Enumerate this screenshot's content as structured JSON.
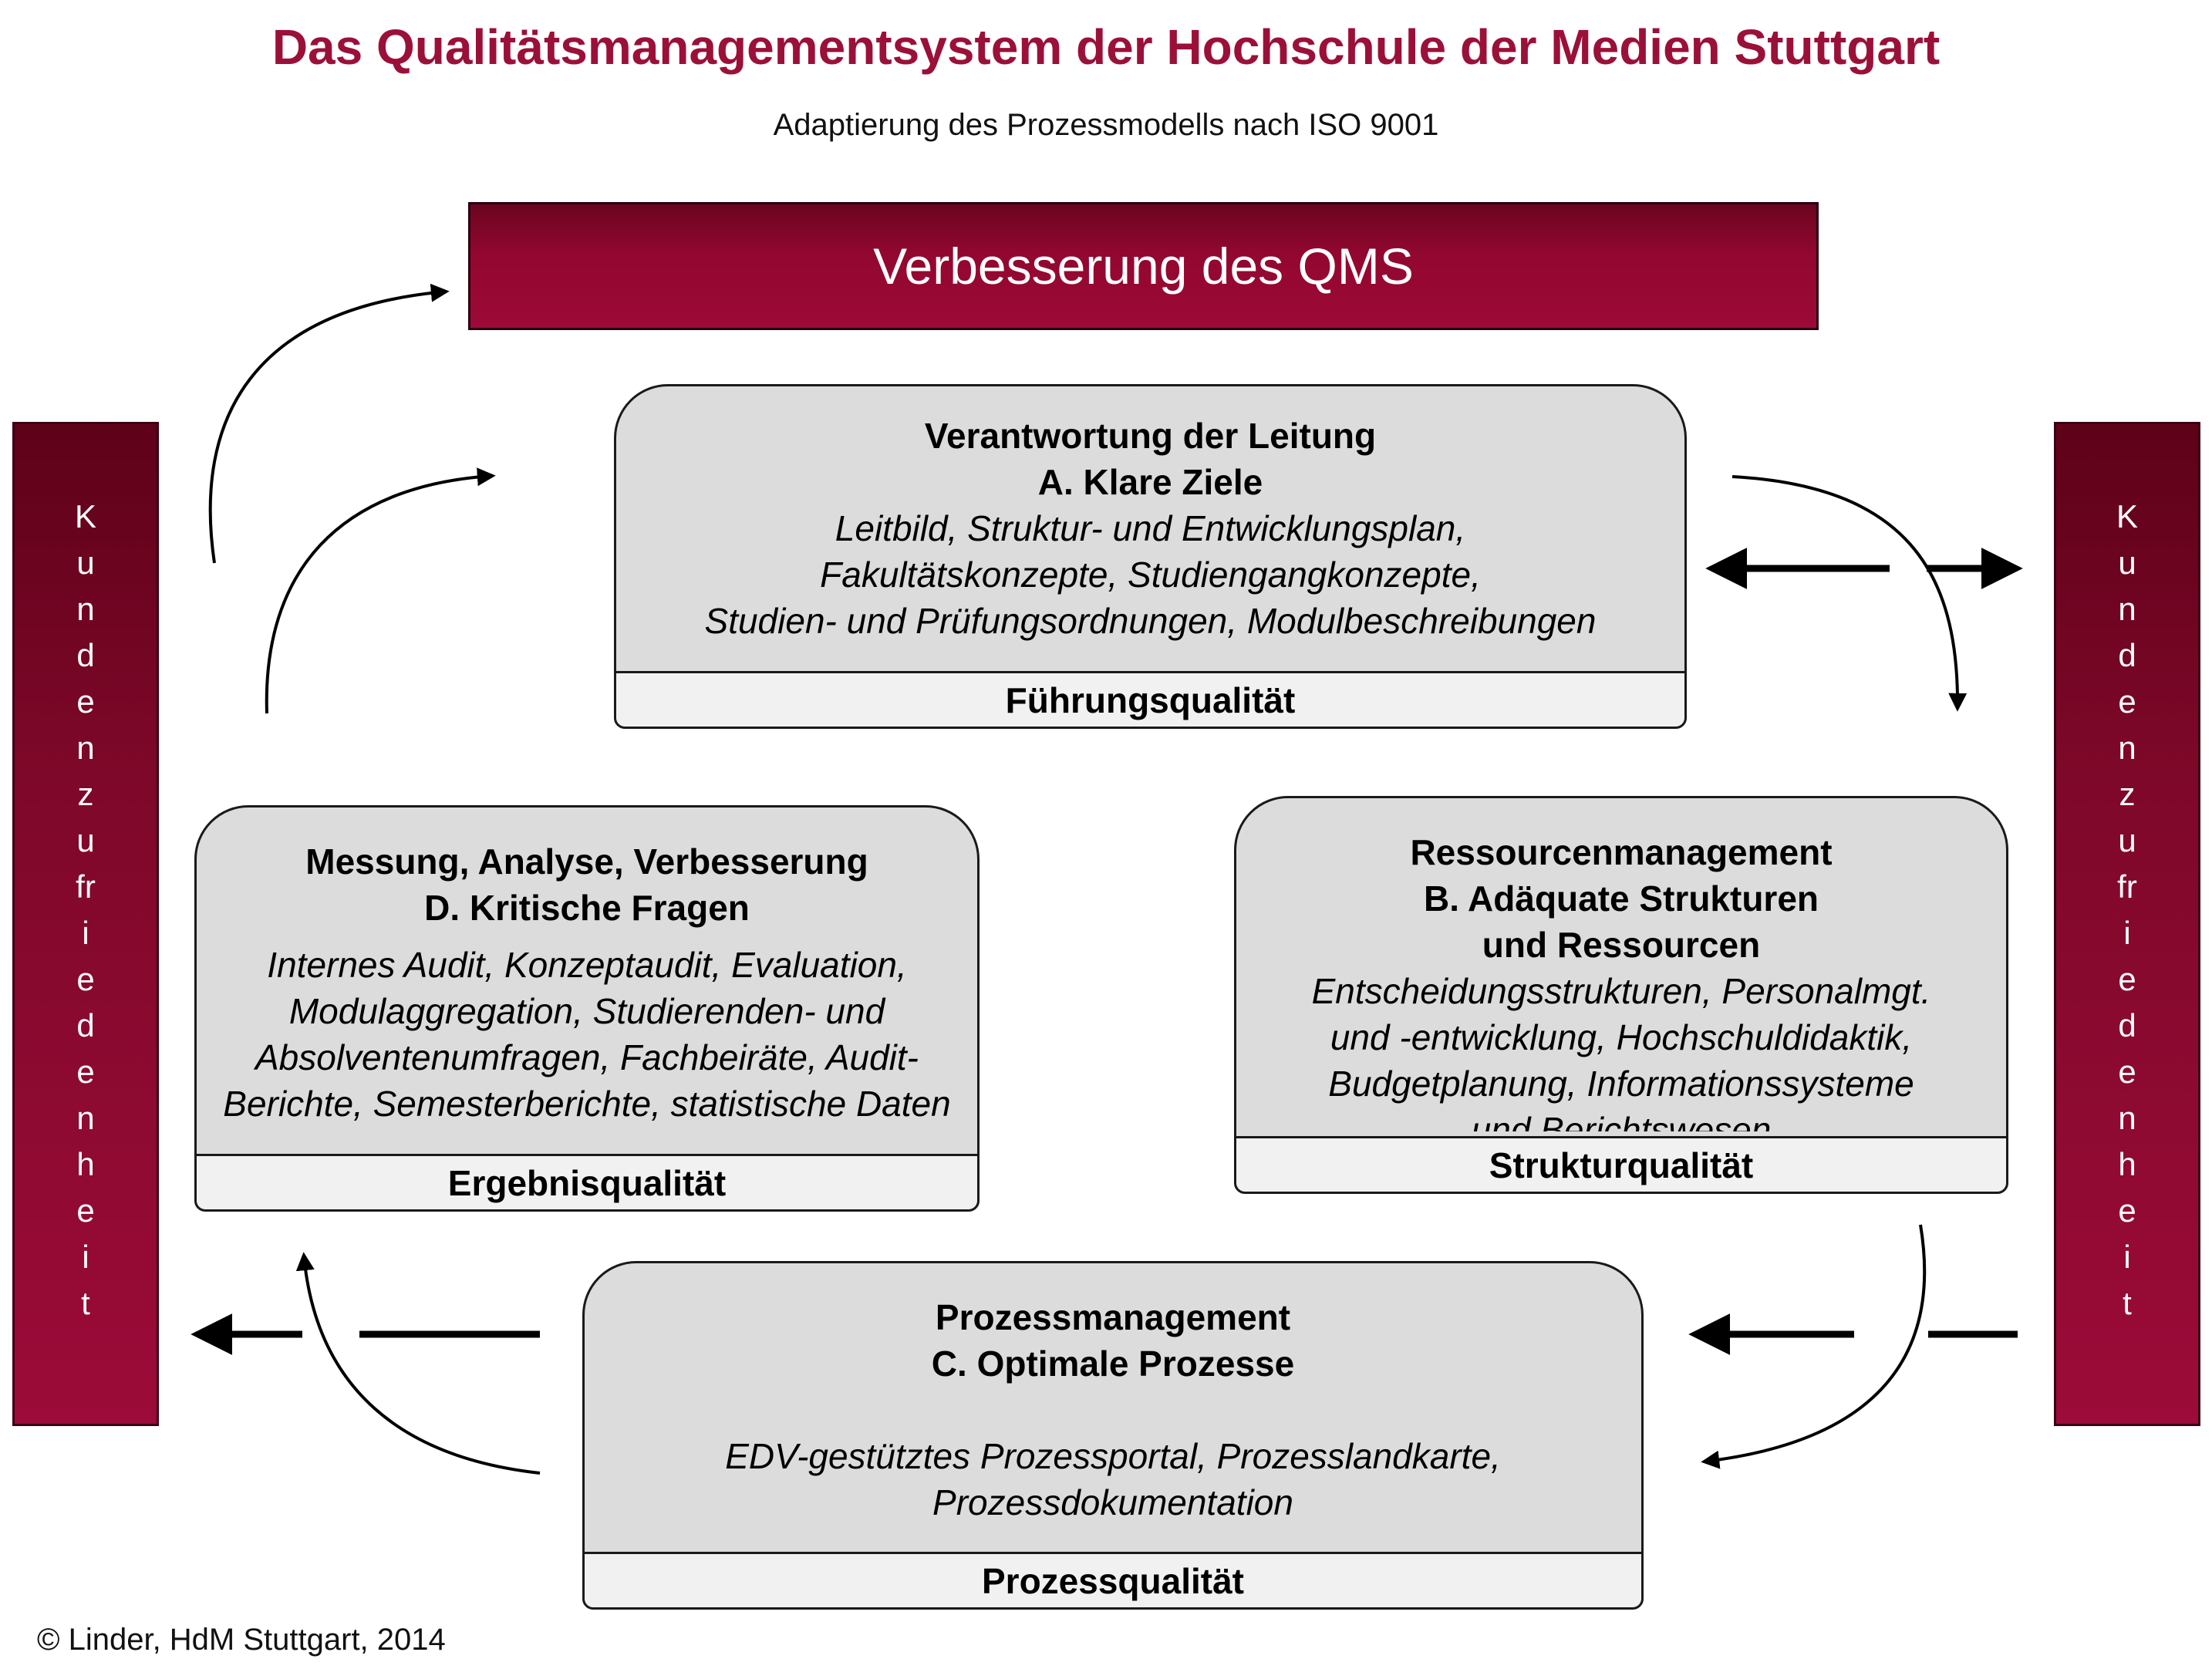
{
  "header": {
    "title": "Das Qualitätsmanagementsystem der Hochschule der Medien Stuttgart",
    "subtitle": "Adaptierung des Prozessmodells nach ISO 9001"
  },
  "banner": {
    "label": "Verbesserung des QMS"
  },
  "side_bars": {
    "left": [
      "K",
      "u",
      "n",
      "d",
      "e",
      "n",
      "z",
      "u",
      "fr",
      "i",
      "e",
      "d",
      "e",
      "n",
      "h",
      "e",
      "i",
      "t"
    ],
    "right": [
      "K",
      "u",
      "n",
      "d",
      "e",
      "n",
      "z",
      "u",
      "fr",
      "i",
      "e",
      "d",
      "e",
      "n",
      "h",
      "e",
      "i",
      "t"
    ]
  },
  "cards": {
    "a": {
      "heading_1": "Verantwortung der Leitung",
      "heading_2": "A. Klare Ziele",
      "desc": [
        "Leitbild, Struktur- und Entwicklungsplan,",
        "Fakultätskonzepte, Studiengangkonzepte,",
        "Studien- und Prüfungsordnungen, Modulbeschreibungen"
      ],
      "footer": "Führungsqualität"
    },
    "b": {
      "heading_1": "Ressourcenmanagement",
      "heading_2": "B. Adäquate Strukturen",
      "heading_3": "und Ressourcen",
      "desc": [
        "Entscheidungsstrukturen, Personalmgt.",
        "und  -entwicklung, Hochschuldidaktik,",
        "Budgetplanung, Informationssysteme",
        "und Berichtswesen"
      ],
      "footer": "Strukturqualität"
    },
    "c": {
      "heading_1": "Prozessmanagement",
      "heading_2": "C. Optimale Prozesse",
      "desc": [
        "EDV-gestütztes Prozessportal, Prozesslandkarte,",
        "Prozessdokumentation"
      ],
      "footer": "Prozessqualität"
    },
    "d": {
      "heading_1": "Messung, Analyse, Verbesserung",
      "heading_2": "D. Kritische Fragen",
      "desc": [
        "Internes Audit, Konzeptaudit, Evaluation,",
        "Modulaggregation, Studierenden- und",
        "Absolventenumfragen, Fachbeiräte, Audit-",
        "Berichte, Semesterberichte, statistische Daten"
      ],
      "footer": "Ergebnisqualität"
    }
  },
  "footer": {
    "copyright": "© Linder, HdM Stuttgart, 2014"
  }
}
